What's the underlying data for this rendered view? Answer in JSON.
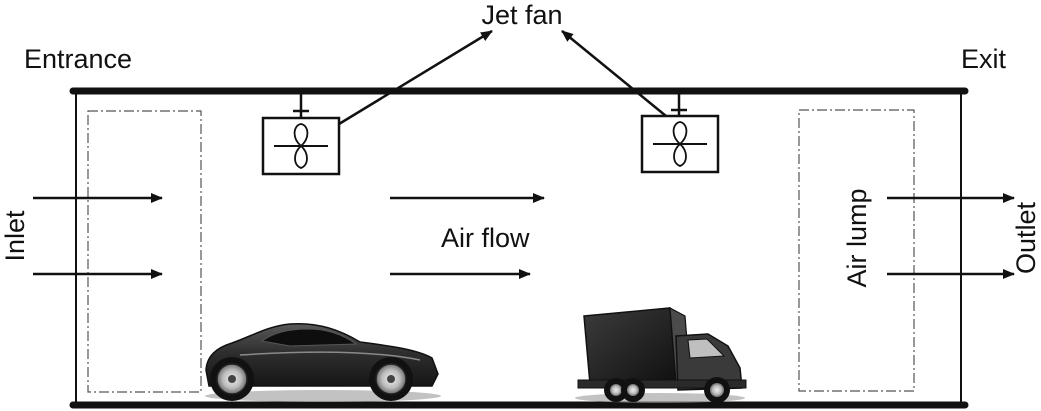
{
  "labels": {
    "entrance": "Entrance",
    "exit": "Exit",
    "jet_fan": "Jet fan",
    "inlet": "Inlet",
    "outlet": "Outlet",
    "air_flow": "Air flow",
    "air_lump": "Air lump"
  },
  "colors": {
    "line": "#111111",
    "vehicle_body": "#2a2a2a",
    "window": "#1a1a1a",
    "background": "#ffffff"
  }
}
